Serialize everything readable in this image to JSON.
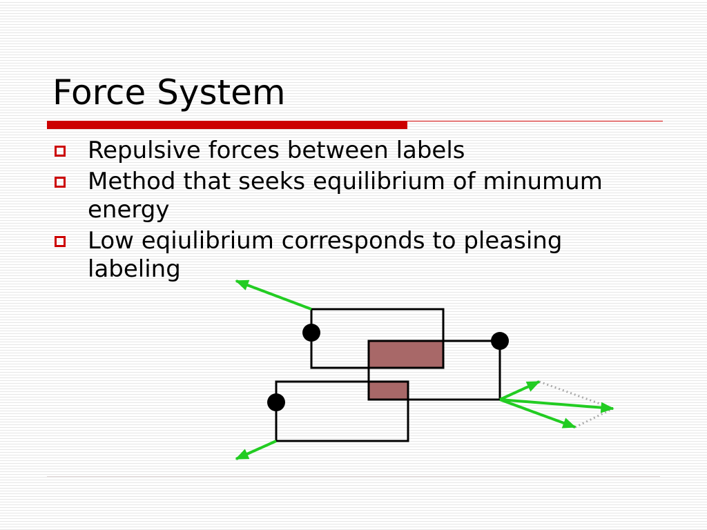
{
  "slide": {
    "title": "Force System",
    "bullets": [
      "Repulsive forces between labels",
      "Method that seeks equilibrium of minumum energy",
      "Low eqiulibrium corresponds to pleasing labeling"
    ]
  },
  "colors": {
    "accent_red": "#cc0000",
    "force_arrow_green": "#22cc22",
    "overlap_fill": "#a86868",
    "outline": "#000000",
    "resultant_dots": "#aaaaaa"
  }
}
